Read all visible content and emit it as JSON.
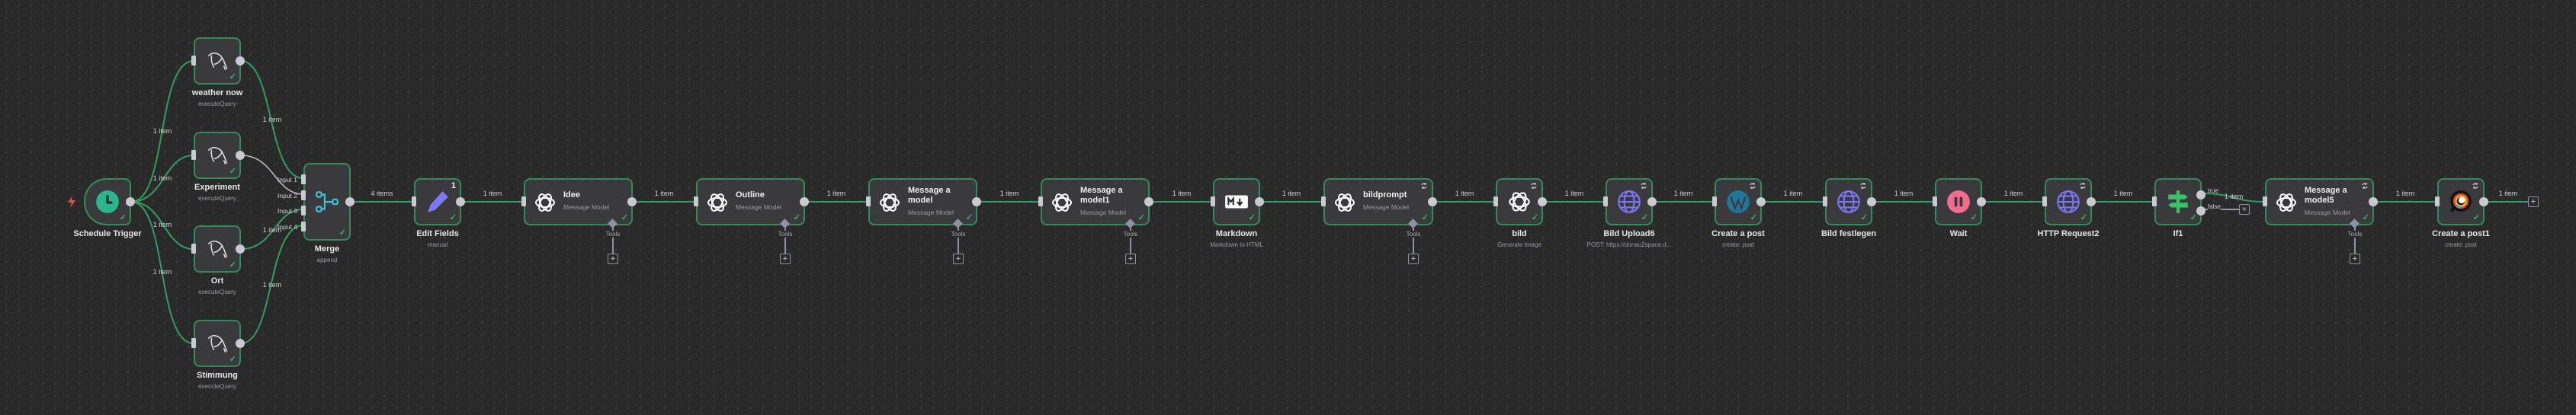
{
  "colors": {
    "canvas": "#2a2a2b",
    "connection": "#2e9e62",
    "node_border": "#2e8d58",
    "node_fill": "#3a3a3c"
  },
  "nodes": {
    "schedule_trigger": {
      "name": "Schedule Trigger",
      "icon": "clock-icon"
    },
    "weather_now": {
      "name": "weather now",
      "subtitle": "executeQuery",
      "icon": "mysql-icon"
    },
    "experiment": {
      "name": "Experiment",
      "subtitle": "executeQuery",
      "icon": "mysql-icon"
    },
    "ort": {
      "name": "Ort",
      "subtitle": "executeQuery",
      "icon": "mysql-icon"
    },
    "stimmung": {
      "name": "Stimmung",
      "subtitle": "executeQuery",
      "icon": "mysql-icon"
    },
    "merge": {
      "name": "Merge",
      "subtitle": "append",
      "inputs": [
        "Input 1",
        "Input 2",
        "Input 3",
        "Input 4"
      ],
      "icon": "merge-icon"
    },
    "edit_fields": {
      "name": "Edit Fields",
      "subtitle": "manual",
      "badge": "1",
      "icon": "pencil-icon"
    },
    "idee": {
      "name": "Idee",
      "subtitle": "Message Model",
      "tools": "Tools",
      "icon": "openai-icon"
    },
    "outline": {
      "name": "Outline",
      "subtitle": "Message Model",
      "tools": "Tools",
      "icon": "openai-icon"
    },
    "message_a_model": {
      "name": "Message a model",
      "subtitle": "Message Model",
      "tools": "Tools",
      "icon": "openai-icon"
    },
    "message_a_model1": {
      "name": "Message a model1",
      "subtitle": "Message Model",
      "tools": "Tools",
      "icon": "openai-icon"
    },
    "markdown": {
      "name": "Markdown",
      "subtitle": "Markdown to HTML",
      "icon": "markdown-icon"
    },
    "bildprompt": {
      "name": "bildprompt",
      "subtitle": "Message Model",
      "tools": "Tools",
      "icon": "openai-icon"
    },
    "bild": {
      "name": "bild",
      "subtitle": "Generate Image",
      "icon": "openai-icon"
    },
    "bild_upload6": {
      "name": "Bild Upload6",
      "subtitle": "POST: https://donau2space.d...",
      "icon": "globe-icon"
    },
    "create_a_post": {
      "name": "Create a post",
      "subtitle": "create: post",
      "icon": "wordpress-icon"
    },
    "bild_festlegen": {
      "name": "Bild festlegen",
      "icon": "globe-icon"
    },
    "wait": {
      "name": "Wait",
      "icon": "pause-icon"
    },
    "http_request2": {
      "name": "HTTP Request2",
      "icon": "globe-icon"
    },
    "if1": {
      "name": "If1",
      "outputs": [
        "true",
        "false"
      ],
      "icon": "if-icon"
    },
    "message_a_model5": {
      "name": "Message a model5",
      "subtitle": "Message Model",
      "tools": "Tools",
      "icon": "openai-icon"
    },
    "create_a_post1": {
      "name": "Create a post1",
      "subtitle": "create: post",
      "icon": "discourse-icon"
    }
  },
  "edge_labels": [
    "1 item",
    "1 item",
    "1 item",
    "1 item",
    "1 item",
    "1 item",
    "1 item",
    "4 items",
    "1 item",
    "1 item",
    "1 item",
    "1 item",
    "1 item",
    "1 item",
    "1 item",
    "1 item",
    "1 item",
    "1 item",
    "1 item",
    "1 item",
    "1 item",
    "1 item",
    "1 item",
    "1 item"
  ]
}
